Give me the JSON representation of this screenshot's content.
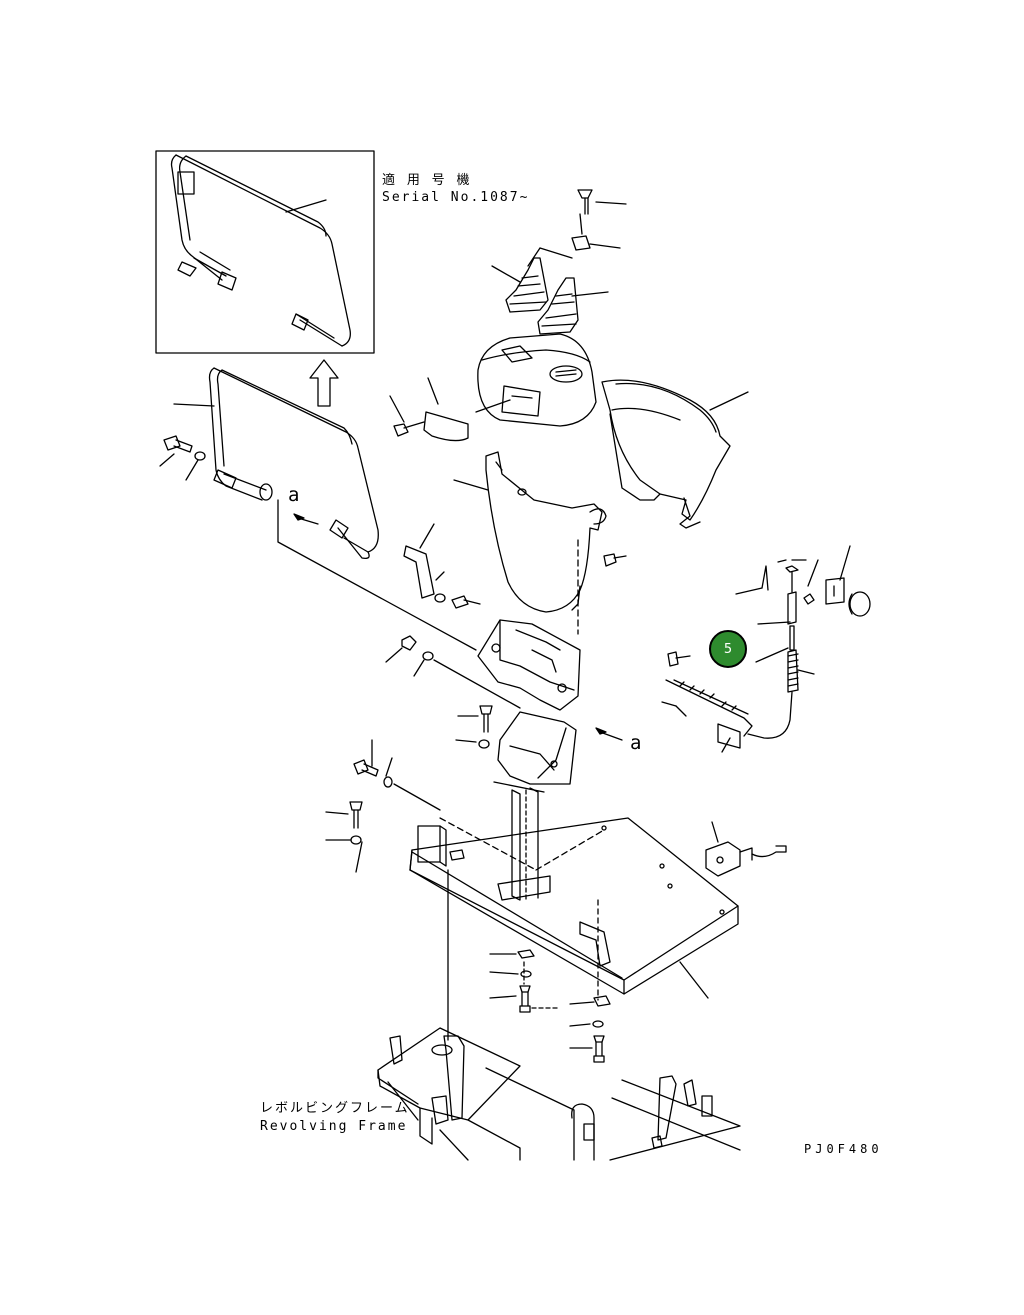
{
  "inset": {
    "applicable_label_jp": "適 用 号 機",
    "serial_label": "Serial No.1087~"
  },
  "labels": {
    "a_upper": "a",
    "a_lower": "a",
    "frame_jp": "レボルビングフレーム",
    "frame_en": "Revolving Frame",
    "drawing_code": "PJ0F480"
  },
  "marker": {
    "number": "5",
    "color": "#2e8b2e"
  },
  "colors": {
    "line": "#000000",
    "background": "#ffffff"
  }
}
